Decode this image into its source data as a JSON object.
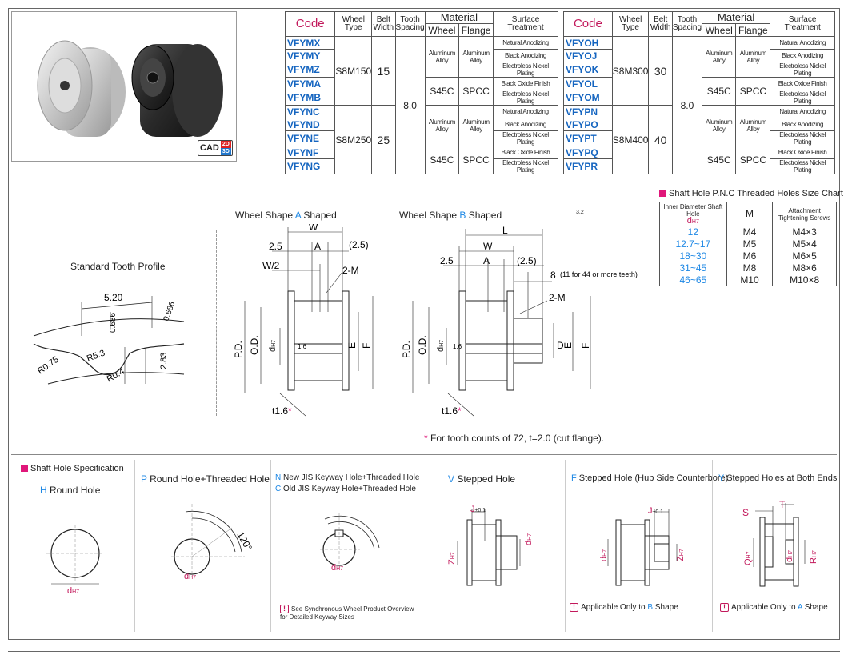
{
  "cad_badge": {
    "cad": "CAD",
    "d2": "2D",
    "d3": "3D"
  },
  "spec_headers": {
    "code": "Code",
    "wheel_type_1": "Wheel",
    "wheel_type_2": "Type",
    "belt_width_1": "Belt",
    "belt_width_2": "Width",
    "tooth_spacing_1": "Tooth",
    "tooth_spacing_2": "Spacing",
    "material": "Material",
    "wheel": "Wheel",
    "flange": "Flange",
    "surface": "Surface Treatment"
  },
  "left_table": {
    "codes": [
      "VFYMX",
      "VFYMY",
      "VFYMZ",
      "VFYMA",
      "VFYMB",
      "VFYNC",
      "VFYND",
      "VFYNE",
      "VFYNF",
      "VFYNG"
    ],
    "type_a": "S8M150",
    "width_a": "15",
    "type_b": "S8M250",
    "width_b": "25",
    "spacing": "8.0",
    "alu": "Aluminum Alloy",
    "s45c": "S45C",
    "spcc": "SPCC",
    "treatments": [
      "Natural Anodizing",
      "Black Anodizing",
      "Electroless Nickel Plating",
      "Black Oxide Finish",
      "Electroless Nickel Plating",
      "Natural Anodizing",
      "Black Anodizing",
      "Electroless Nickel Plating",
      "Black Oxide Finish",
      "Electroless Nickel Plating"
    ]
  },
  "right_table": {
    "codes": [
      "VFYOH",
      "VFYOJ",
      "VFYOK",
      "VFYOL",
      "VFYOM",
      "VFYPN",
      "VFYPO",
      "VFYPT",
      "VFYPQ",
      "VFYPR"
    ],
    "type_a": "S8M300",
    "width_a": "30",
    "type_b": "S8M400",
    "width_b": "40",
    "spacing": "8.0"
  },
  "hole_chart": {
    "title": "Shaft Hole P.N.C Threaded Holes Size Chart",
    "h1": "Inner Diameter Shaft Hole",
    "h1b": "d",
    "h1sub": "H7",
    "h2": "M",
    "h3a": "Attachment",
    "h3b": "Tightening Screws",
    "rows": [
      {
        "d": "12",
        "m": "M4",
        "s": "M4×3"
      },
      {
        "d": "12.7~17",
        "m": "M5",
        "s": "M5×4"
      },
      {
        "d": "18~30",
        "m": "M6",
        "s": "M6×5"
      },
      {
        "d": "31~45",
        "m": "M8",
        "s": "M8×6"
      },
      {
        "d": "46~65",
        "m": "M10",
        "s": "M10×8"
      }
    ]
  },
  "tooth_profile": {
    "title": "Standard Tooth Profile",
    "pitch": "5.20",
    "d1": "0.686",
    "d2": "0.686",
    "r1": "R0.75",
    "r2": "R5.3",
    "r3": "R0.4",
    "h": "2.83"
  },
  "shape_a": {
    "title_pre": "Wheel Shape ",
    "letter": "A",
    "title_post": " Shaped",
    "w": "W",
    "l25": "2.5",
    "a": "A",
    "p25": "(2.5)",
    "w2": "W/2",
    "m": "2-M",
    "pd": "P.D.",
    "od": "O.D.",
    "d": "d",
    "h7": "H7",
    "e": "E",
    "f": "F",
    "r16": "1.6",
    "t": "t",
    "t16": "1.6",
    "star": "*"
  },
  "shape_b": {
    "title_pre": "Wheel Shape ",
    "letter": "B",
    "title_post": " Shaped",
    "l": "L",
    "w": "W",
    "l25": "2.5",
    "a": "A",
    "p25": "(2.5)",
    "eight": "8",
    "eight_note": "(11 for 44 or more teeth)",
    "m": "2-M",
    "pd": "P.D.",
    "od": "O.D.",
    "d": "d",
    "h7": "H7",
    "dd": "D",
    "e": "E",
    "f": "F",
    "r16": "1.6",
    "t": "t",
    "t16": "1.6",
    "star": "*"
  },
  "roughness": "3.2",
  "footnote": "For tooth counts of 72, t=2.0 (cut flange).",
  "footnote_star": "*",
  "shaft": {
    "spec_title": "Shaft Hole Specification",
    "h_letter": "H",
    "h_text": " Round Hole",
    "p_letter": "P",
    "p_text": " Round Hole+Threaded Hole",
    "n_letter": "N",
    "n_text": " New JIS Keyway Hole+Threaded Hole",
    "c_letter": "C",
    "c_text": " Old JIS Keyway Hole+Threaded Hole",
    "v_letter": "V",
    "v_text": " Stepped Hole",
    "f_letter": "F",
    "f_text": " Stepped Hole (Hub Side Counterbore)",
    "y_letter": "Y",
    "y_text": " Stepped Holes at Both Ends",
    "angle": "120°",
    "d": "d",
    "h7": "H7",
    "j": "J",
    "j_tol": "±0.1",
    "z": "Z",
    "q": "Q",
    "r": "R",
    "s": "S",
    "t": "T",
    "note_n": "See Synchronous Wheel Product Overview for Detailed Keyway Sizes",
    "note_f": "Applicable Only to ",
    "note_f_letter": "B",
    "note_f_post": " Shape",
    "note_y": "Applicable Only to ",
    "note_y_letter": "A",
    "note_y_post": " Shape",
    "note_icon": "!"
  }
}
